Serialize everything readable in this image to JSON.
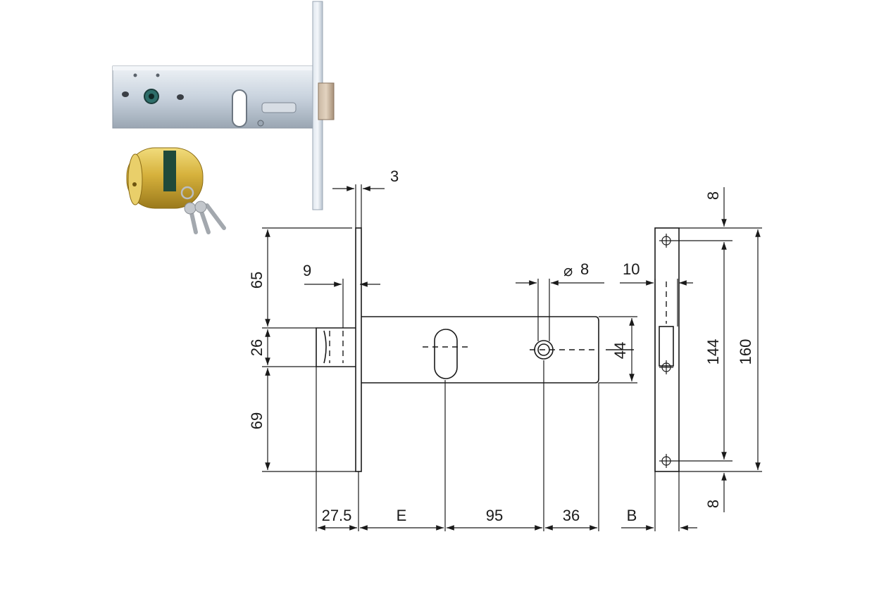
{
  "dimensions": {
    "plate_thickness": "3",
    "bolt_projection": "9",
    "hole_diameter_symbol": "⌀",
    "hole_diameter": "8",
    "strike_offset": "10",
    "top_margin": "8",
    "bottom_margin": "8",
    "height_top": "65",
    "bolt_height": "26",
    "height_bottom": "69",
    "case_height": "44",
    "hole_spacing": "144",
    "plate_length": "160",
    "bolt_offset": "27.5",
    "backset": "E",
    "center_distance": "95",
    "end_distance": "36",
    "strike_width": "B"
  },
  "colors": {
    "line": "#1a1a1a",
    "steel": "#c9d3de",
    "brass": "#c9a22a",
    "background": "#ffffff"
  },
  "icons": {
    "lock_photo": "mortise-lock-photo",
    "cylinder_photo": "euro-cylinder-with-keys-photo"
  }
}
